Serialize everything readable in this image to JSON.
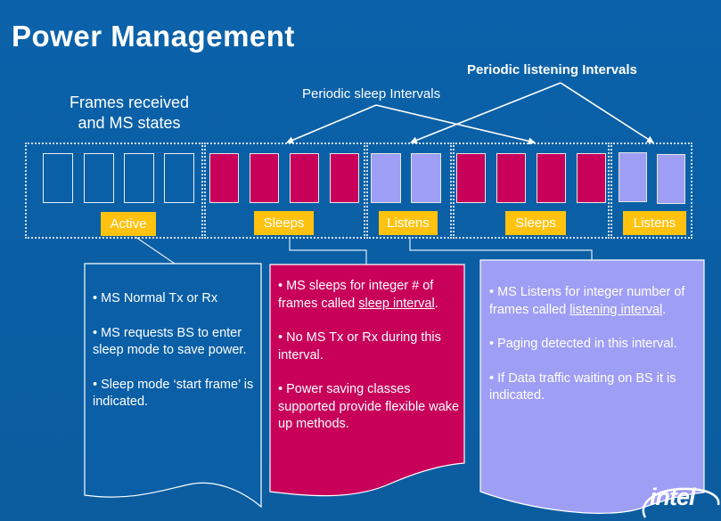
{
  "title": "Power Management",
  "labels": {
    "periodic_listening": "Periodic listening Intervals",
    "periodic_sleep": "Periodic sleep Intervals",
    "frames_received_line1": "Frames received",
    "frames_received_line2": "and MS states"
  },
  "states": {
    "active": "Active",
    "sleeps_1": "Sleeps",
    "listens_1": "Listens",
    "sleeps_2": "Sleeps",
    "listens_2": "Listens"
  },
  "notes": {
    "active": [
      "• MS Normal Tx or Rx",
      "• MS requests BS to enter sleep mode to save power.",
      "• Sleep mode ‘start frame’ is indicated."
    ],
    "sleep": {
      "p1_pre": "• MS sleeps for integer # of frames called ",
      "p1_link": "sleep interval",
      "p1_post": ".",
      "p2": "• No MS Tx or Rx during this interval.",
      "p3": "• Power saving classes supported provide flexible wake up methods."
    },
    "listen": {
      "p1_pre": "• MS Listens for integer number of frames called ",
      "p1_link": "listening interval",
      "p1_post": ".",
      "p2": "• Paging detected in this interval.",
      "p3": "• If Data traffic waiting on BS it is indicated."
    }
  },
  "logo_text": "intel",
  "colors": {
    "background": "#0b62aa",
    "sleep": "#c8005a",
    "listen": "#9f9ef5",
    "state_tag": "#ffc20e",
    "active_note": "#0a5fa6"
  }
}
